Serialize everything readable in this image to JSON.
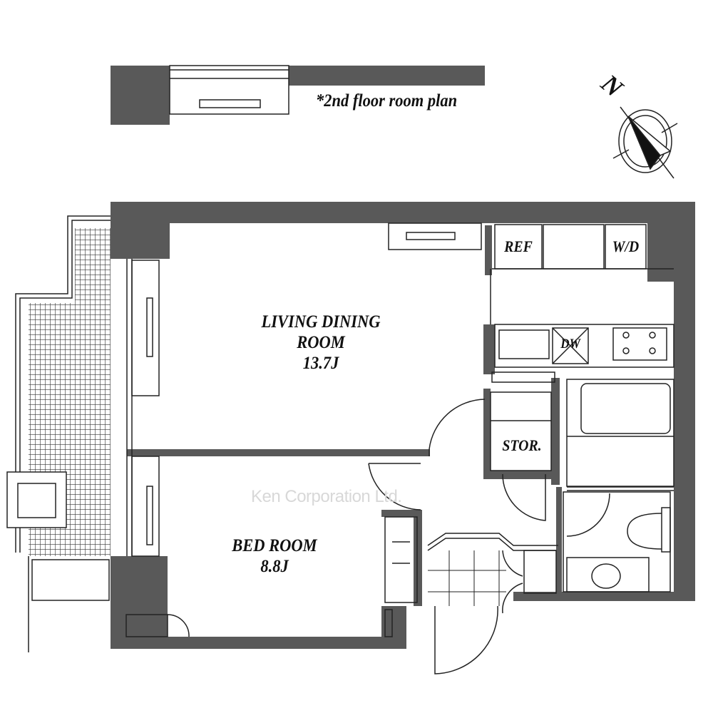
{
  "note": "*2nd floor room plan",
  "compass": {
    "letter": "N"
  },
  "rooms": {
    "living": {
      "line1": "LIVING DINING",
      "line2": "ROOM",
      "size": "13.7J"
    },
    "bed": {
      "line1": "BED ROOM",
      "size": "8.8J"
    },
    "storage": "STOR.",
    "ref": "REF",
    "wd": "W/D",
    "dw": "DW"
  },
  "watermark": "Ken Corporation Ltd.",
  "colors": {
    "wall": "#595959",
    "line": "#222222"
  }
}
